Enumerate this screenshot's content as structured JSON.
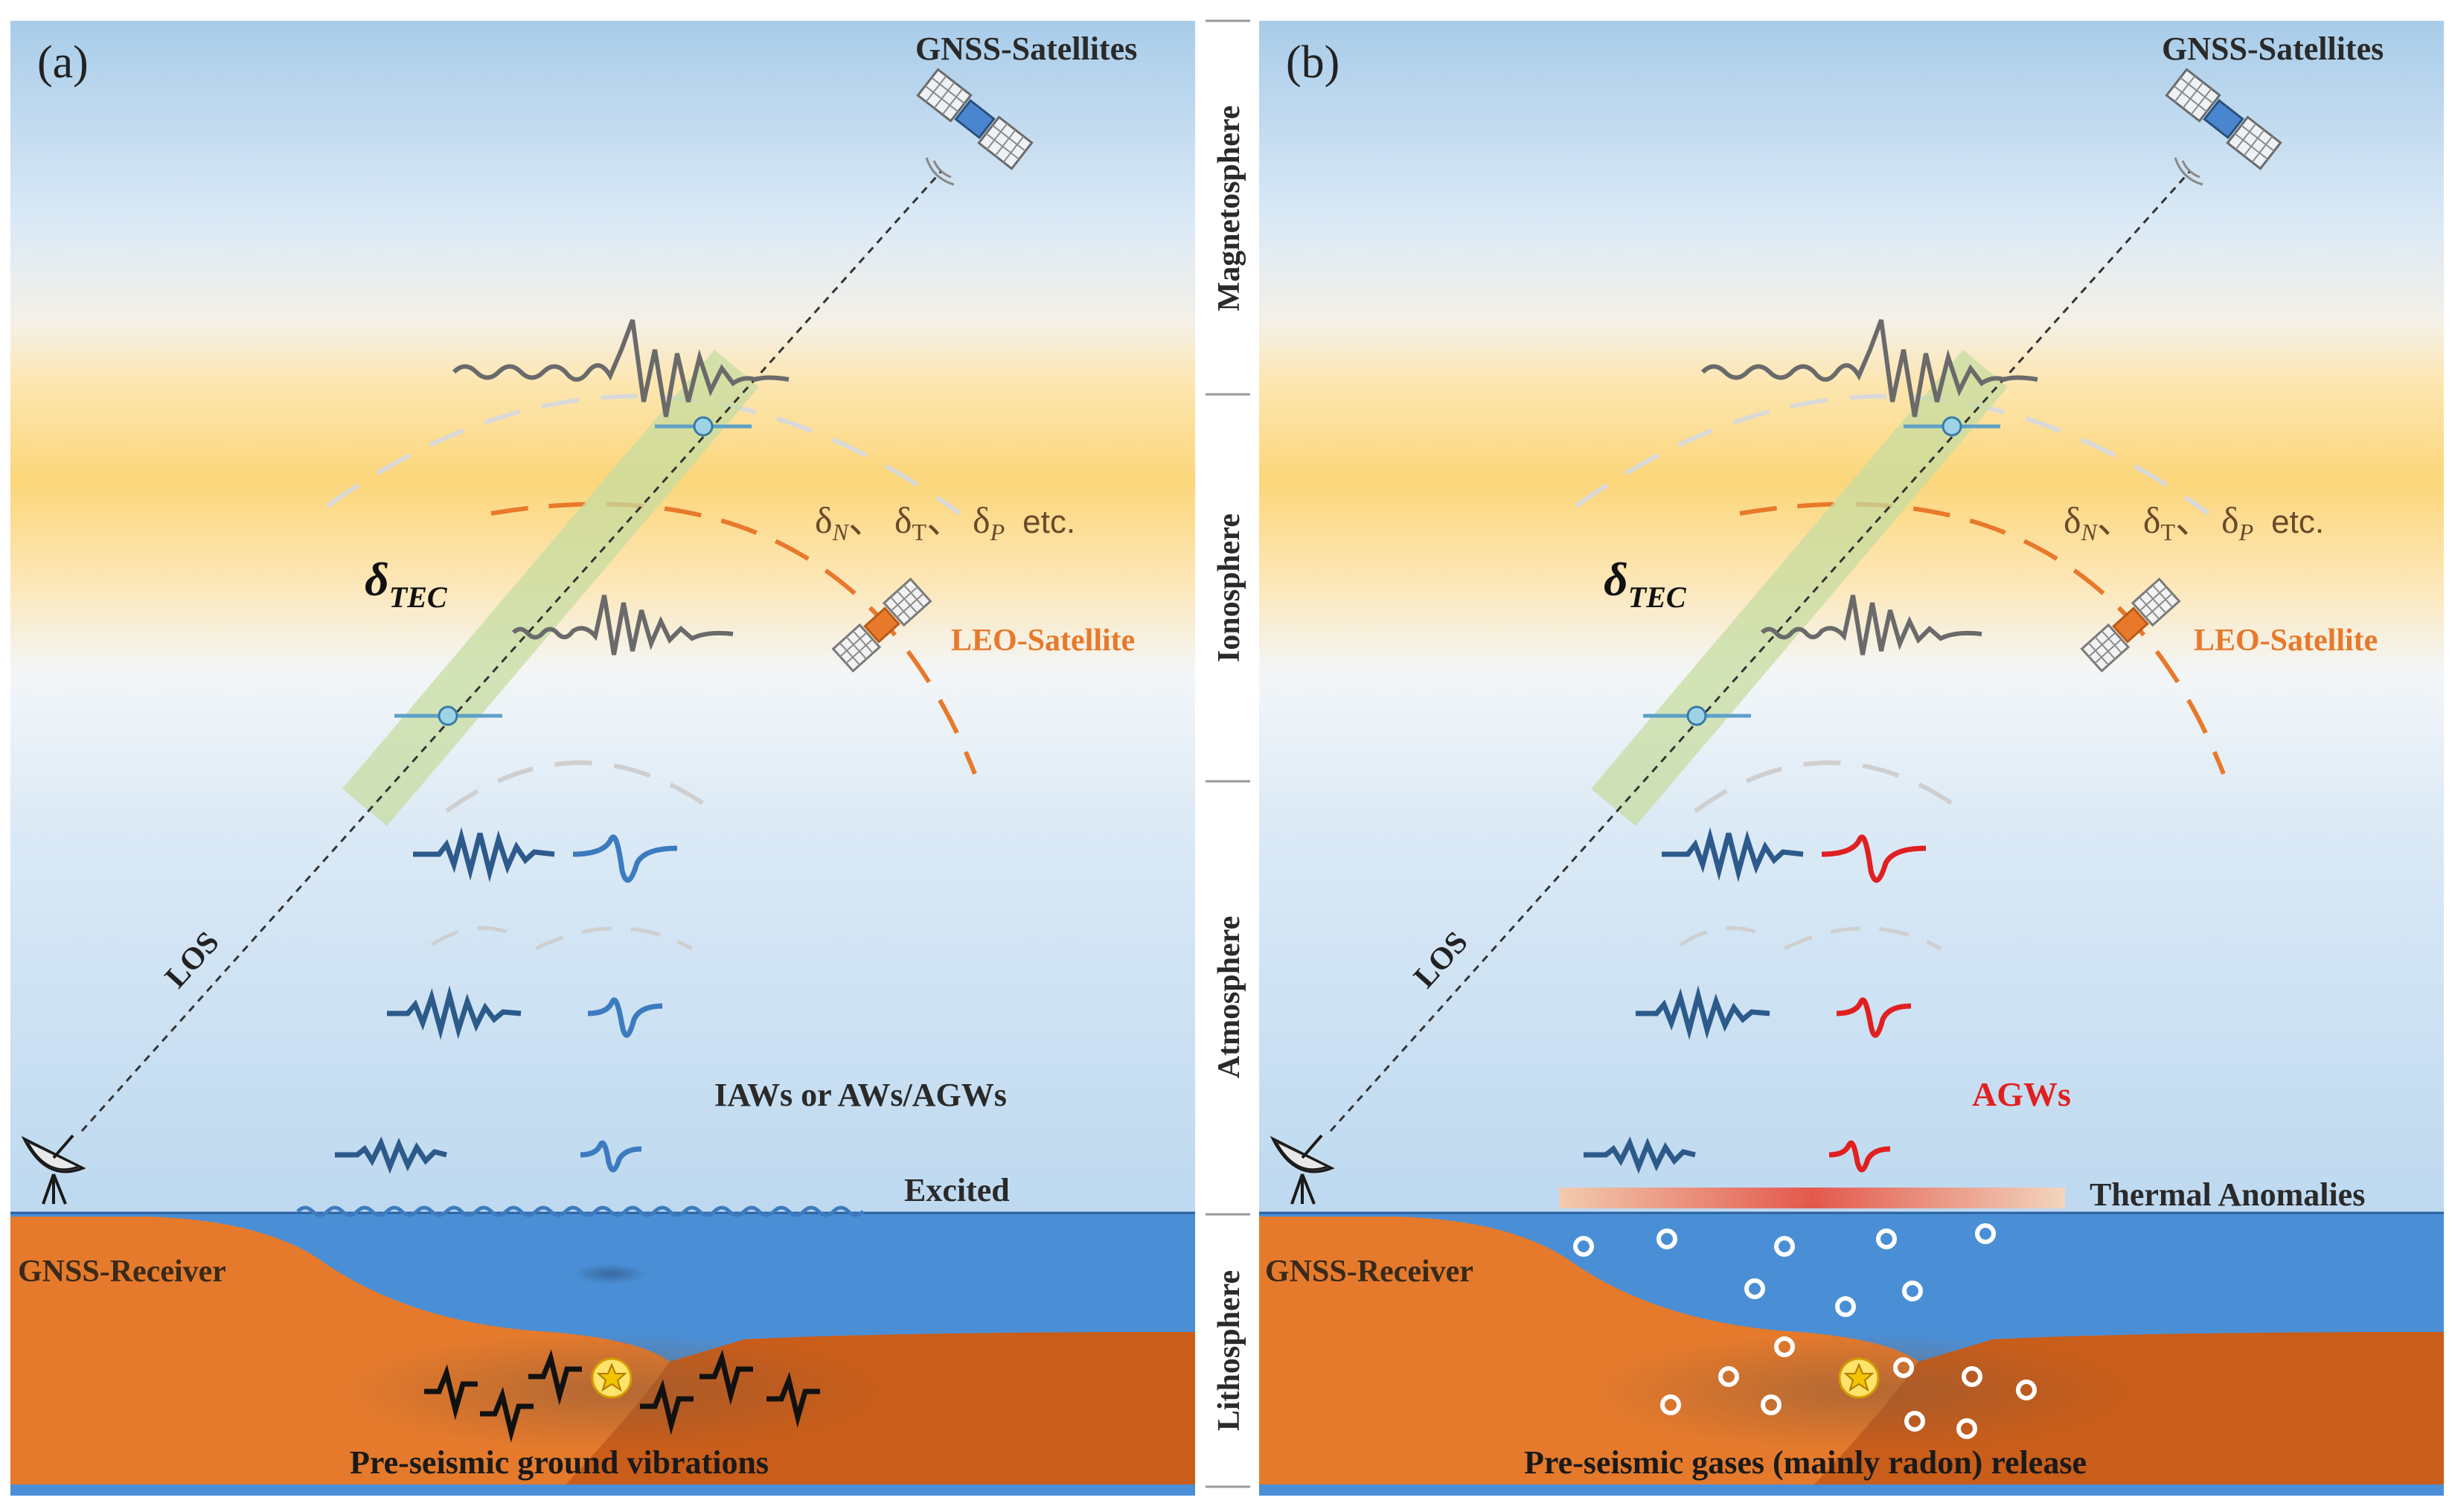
{
  "panel_a": {
    "label": "(a)",
    "gnss_satellites": "GNSS-Satellites",
    "delta_main": "δ",
    "delta_sub": "TEC",
    "perturb": {
      "n_main": "δ",
      "n_sub": "N",
      "sep1": "、",
      "t_main": "δ",
      "t_sub": "T",
      "sep2": "、",
      "p_main": "δ",
      "p_sub": "P",
      "etc": "etc."
    },
    "leo_satellite": "LEO-Satellite",
    "los": "LOS",
    "waves_label": "IAWs or AWs/AGWs",
    "excited": "Excited",
    "gnss_receiver": "GNSS-Receiver",
    "bottom_caption": "Pre-seismic ground vibrations"
  },
  "panel_b": {
    "label": "(b)",
    "gnss_satellites": "GNSS-Satellites",
    "delta_main": "δ",
    "delta_sub": "TEC",
    "perturb": {
      "n_main": "δ",
      "n_sub": "N",
      "sep1": "、",
      "t_main": "δ",
      "t_sub": "T",
      "sep2": "、",
      "p_main": "δ",
      "p_sub": "P",
      "etc": "etc."
    },
    "leo_satellite": "LEO-Satellite",
    "los": "LOS",
    "waves_label": "AGWs",
    "thermal": "Thermal Anomalies",
    "gnss_receiver": "GNSS-Receiver",
    "bottom_caption": "Pre-seismic gases (mainly radon) release"
  },
  "layers": {
    "magnetosphere": "Magnetosphere",
    "ionosphere": "Ionosphere",
    "atmosphere": "Atmosphere",
    "lithosphere": "Lithosphere"
  },
  "colors": {
    "sky_top": "#a9cdea",
    "sky_mid": "#eaf3fb",
    "iono_band": "#fbd77f",
    "ocean": "#4a8fd6",
    "land": "#e57a2c",
    "land_dark": "#c95d1a",
    "leo_orange": "#e8792b",
    "wave_blue": "#2c5a8a",
    "wave_red": "#e02020",
    "beam_green": "#c7dca0",
    "text_dark": "#2a2a2a"
  }
}
